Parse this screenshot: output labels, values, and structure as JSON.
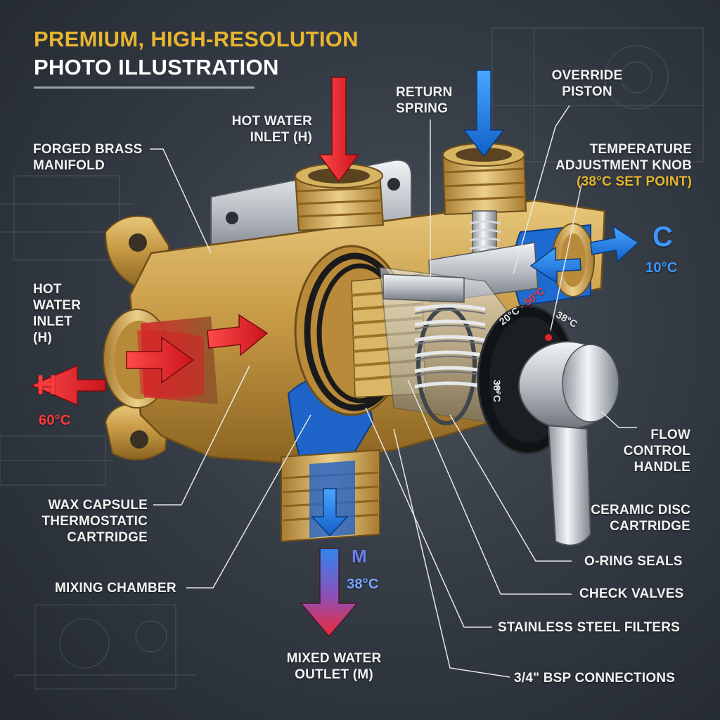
{
  "title": {
    "line1": "PREMIUM, HIGH-RESOLUTION",
    "line2": "PHOTO ILLUSTRATION"
  },
  "labels": {
    "forged_brass_manifold": [
      "FORGED BRASS",
      "MANIFOLD"
    ],
    "hot_water_inlet_top": [
      "HOT WATER",
      "INLET (H)"
    ],
    "return_spring": [
      "RETURN",
      "SPRING"
    ],
    "override_piston": [
      "OVERRIDE",
      "PISTON"
    ],
    "temperature_knob": [
      "TEMPERATURE",
      "ADJUSTMENT KNOB"
    ],
    "temperature_knob_setpoint": "(38°C SET POINT)",
    "hot_water_inlet_left": [
      "HOT",
      "WATER",
      "INLET",
      "(H)"
    ],
    "flow_control_handle": [
      "FLOW",
      "CONTROL",
      "HANDLE"
    ],
    "ceramic_disc_cartridge": [
      "CERAMIC DISC",
      "CARTRIDGE"
    ],
    "wax_capsule": [
      "WAX CAPSULE",
      "THERMOSTATIC",
      "CARTRIDGE"
    ],
    "mixing_chamber": "MIXING CHAMBER",
    "o_ring_seals": "O-RING SEALS",
    "check_valves": "CHECK VALVES",
    "stainless_filters": "STAINLESS STEEL FILTERS",
    "bsp_connections": "3/4\" BSP CONNECTIONS",
    "mixed_water_outlet": [
      "MIXED WATER",
      "OUTLET (M)"
    ]
  },
  "ports": {
    "hot": {
      "letter": "H",
      "temp": "60°C"
    },
    "cold": {
      "letter": "C",
      "temp": "10°C"
    },
    "mixed": {
      "letter": "M",
      "temp": "38°C"
    }
  },
  "dial": {
    "range_low": "20°C",
    "range_sep": " - ",
    "range_high": "50°C",
    "mark_right": "38°C",
    "mark_vertical": "38°C"
  },
  "colors": {
    "hot": "#e8282c",
    "cold": "#1f7fe6",
    "brass": "#c9a24a",
    "accent_gold": "#e8b530"
  }
}
